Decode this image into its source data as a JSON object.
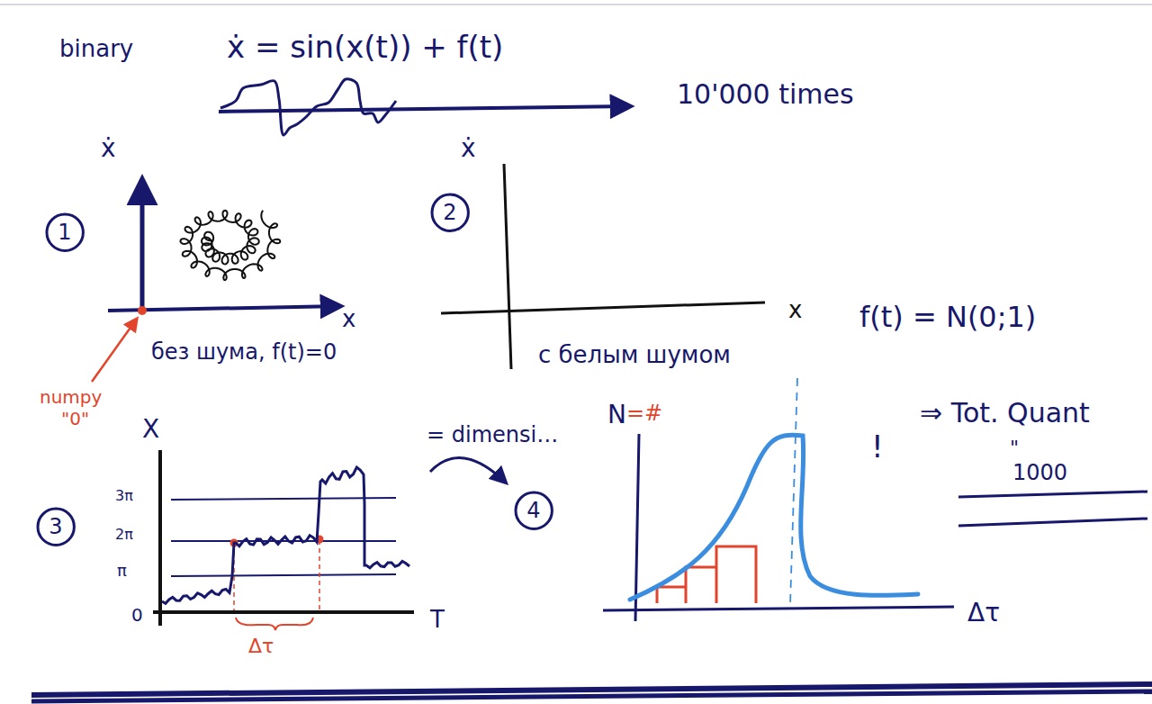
{
  "diagram": {
    "nodes": [
      {
        "text": [
          "1"
        ]
      },
      {
        "text": [
          "2"
        ]
      },
      {
        "text": [
          "3"
        ]
      },
      {
        "text": [
          "4"
        ]
      }
    ],
    "labels": [
      "binary",
      "ẋ = sin(x(t)) + f(t)",
      "10'000 times",
      "ẋ",
      "x",
      "без шума, f(t)=0",
      "numpy",
      "\"0\"",
      "ẋ",
      "x",
      "с белым шумом",
      "f(t) = N(0;1)",
      "X",
      "3π",
      "2π",
      "π",
      "0",
      "T",
      "Δτ",
      "= dimensi…",
      "N",
      "=#",
      "!",
      "⇒ Tot. Quant",
      "\"",
      "1000",
      "Δτ"
    ]
  }
}
